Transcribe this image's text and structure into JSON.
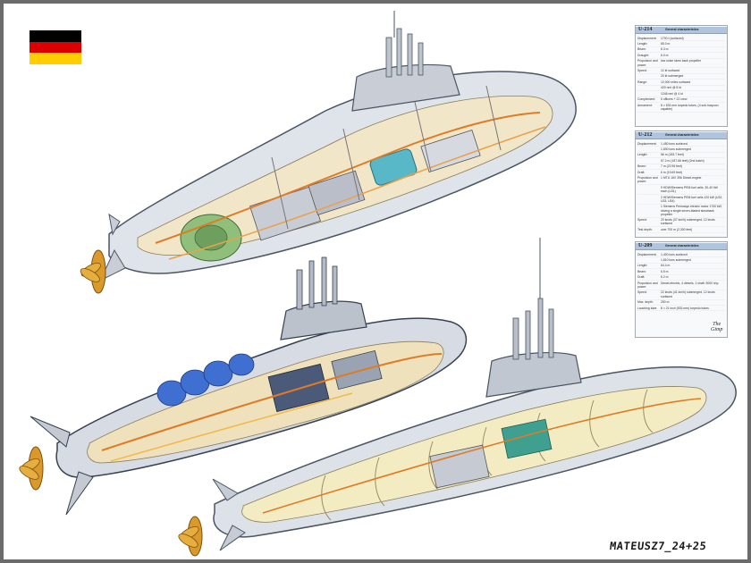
{
  "flag": {
    "colors": [
      "#000000",
      "#dd0000",
      "#ffce00"
    ]
  },
  "panels": [
    {
      "title": "U-214",
      "subtitle": "General characteristics",
      "rows": [
        {
          "label": "Displacement:",
          "value": "1700 t (surfaced)"
        },
        {
          "label": "Length:",
          "value": "65.0 m"
        },
        {
          "label": "Beam:",
          "value": "6.3 m"
        },
        {
          "label": "Draught:",
          "value": "6.0 m"
        },
        {
          "label": "Propulsion and power:",
          "value": "low noise skew back propeller"
        },
        {
          "label": "Speed:",
          "value": "12 kt surfaced"
        },
        {
          "label": "",
          "value": "20 kt submerged"
        },
        {
          "label": "Range:",
          "value": "12,000 miles surfaced"
        },
        {
          "label": "",
          "value": "420 nmi @ 8 kt"
        },
        {
          "label": "",
          "value": "1248 nmi @ 4 kt"
        },
        {
          "label": "Complement:",
          "value": "5 officers + 22 crew"
        },
        {
          "label": "Armament:",
          "value": "8 × 533 mm torpedo tubes, (4 sub-harpoon capable)"
        }
      ]
    },
    {
      "title": "U-212",
      "subtitle": "General characteristics",
      "rows": [
        {
          "label": "Displacement:",
          "value": "1,450 tons surfaced"
        },
        {
          "label": "",
          "value": "1,830 tons submerged"
        },
        {
          "label": "Length:",
          "value": "56 m (183.7 feet)"
        },
        {
          "label": "",
          "value": "57.2 m (187.66 feet) (2nd batch)"
        },
        {
          "label": "Beam:",
          "value": "7 m (22.96 feet)"
        },
        {
          "label": "Draft:",
          "value": "6 m (19.69 feet)"
        },
        {
          "label": "Propulsion and power:",
          "value": "1 MTU 16V 396 Diesel-engine"
        },
        {
          "label": "",
          "value": "9 HDW/Siemens PEM fuel cells, 30-40 kW each (U31)"
        },
        {
          "label": "",
          "value": "2 HDW/Siemens PEM fuel cells 120 kW (U32, U33, U34)"
        },
        {
          "label": "",
          "value": "1 Siemens Permasyn electric motor 1700 kW, driving a single seven-bladed skewback propeller"
        },
        {
          "label": "Speed:",
          "value": "20 knots (37 km/h) submerged, 12 knots surfaced"
        },
        {
          "label": "Test depth:",
          "value": "over 700 m (2,300 feet)"
        }
      ]
    },
    {
      "title": "U-209",
      "subtitle": "General characteristics",
      "rows": [
        {
          "label": "Displacement:",
          "value": "1,400 tons surfaced"
        },
        {
          "label": "",
          "value": "1,810 tons submerged"
        },
        {
          "label": "Length:",
          "value": "64.4 m"
        },
        {
          "label": "Beam:",
          "value": "6.5 m"
        },
        {
          "label": "Draft:",
          "value": "6.2 m"
        },
        {
          "label": "Propulsion and power:",
          "value": "Diesel-electric, 4 diesels, 1 shaft. 5000 shp"
        },
        {
          "label": "Speed:",
          "value": "22 knots (41 km/h) submerged, 12 knots surfaced"
        },
        {
          "label": "Max. depth:",
          "value": "250 m"
        },
        {
          "label": "Lauching tube:",
          "value": "8 × 21 inch (533 mm) torpedo tubes"
        }
      ]
    }
  ],
  "gimp_logo": {
    "line1": "The",
    "line2": "Gimp"
  },
  "signature": "MATEUSZ7_24+25"
}
